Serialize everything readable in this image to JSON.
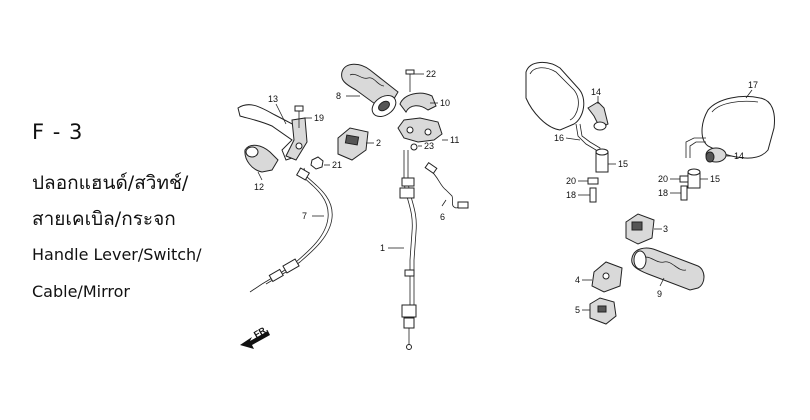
{
  "header": {
    "code": "F - 3",
    "title_th_line1": "ปลอกแฮนด์/สวิทช์/",
    "title_th_line2": "สายเคเบิล/กระจก",
    "title_en_line1": "Handle Lever/Switch/",
    "title_en_line2": "Cable/Mirror"
  },
  "front_indicator": "FR.",
  "callouts": [
    "1",
    "2",
    "3",
    "4",
    "5",
    "6",
    "7",
    "8",
    "9",
    "10",
    "11",
    "12",
    "13",
    "14",
    "14",
    "15",
    "15",
    "16",
    "17",
    "18",
    "18",
    "19",
    "20",
    "20",
    "21",
    "22",
    "23"
  ]
}
